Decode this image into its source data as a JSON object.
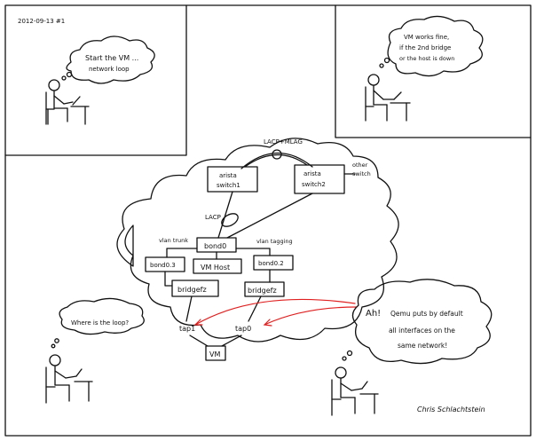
{
  "header": {
    "date": "2012-09-13 #1"
  },
  "panels": {
    "top_left": {
      "thought": [
        "Start the VM ...",
        "network loop"
      ]
    },
    "top_right": {
      "thought": [
        "VM works fine,",
        "if the 2nd bridge",
        "or the host is down"
      ]
    },
    "bottom_left": {
      "thought": [
        "Where is the loop?"
      ]
    },
    "bottom_right": {
      "thought": [
        "Ah!",
        "Qemu puts by default",
        "all interfaces on the",
        "same network!"
      ]
    }
  },
  "diagram": {
    "labels": {
      "lacp_mlag": "LACP+MLAG",
      "other_switch": [
        "other",
        "switch"
      ],
      "lacp": "LACP",
      "vlan_trunk": "vlan trunk",
      "vlan_tagging": "vlan tagging"
    },
    "boxes": {
      "arista1": [
        "arista",
        "switch1"
      ],
      "arista2": [
        "arista",
        "switch2"
      ],
      "bond0": "bond0",
      "bond03": "bond0.3",
      "vmhost": "VM Host",
      "bond02": "bond0.2",
      "bridgefz1": "bridgefz",
      "bridgefz2": "bridgefz",
      "vm": "VM"
    },
    "taps": {
      "tap1": "tap1",
      "tap0": "tap0"
    }
  },
  "signature": "Chris Schlachtstein",
  "colors": {
    "ink": "#111111",
    "highlight_arrows": "#e02020",
    "paper": "#ffffff"
  }
}
